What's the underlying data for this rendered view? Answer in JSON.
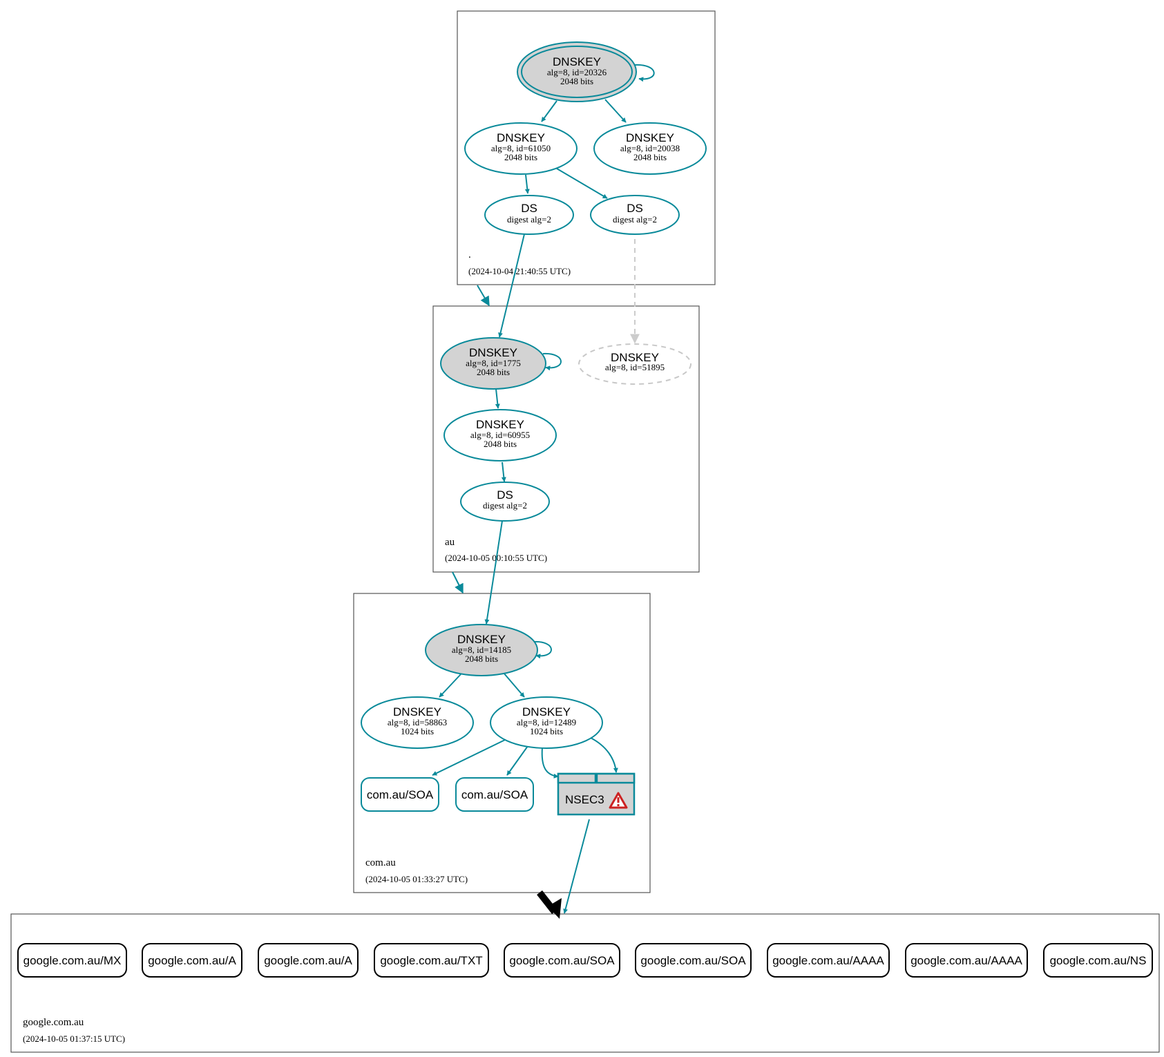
{
  "colors": {
    "edge": "#0a8a9a",
    "sep_fill": "#d3d3d3",
    "missing": "#c8c8c8",
    "warning": "#cc2222",
    "delegation_insecure": "#000000"
  },
  "zones": {
    "root": {
      "name": ".",
      "time": "(2024-10-04 21:40:55 UTC)"
    },
    "au": {
      "name": "au",
      "time": "(2024-10-05 00:10:55 UTC)"
    },
    "comau": {
      "name": "com.au",
      "time": "(2024-10-05 01:33:27 UTC)"
    },
    "google": {
      "name": "google.com.au",
      "time": "(2024-10-05 01:37:15 UTC)"
    }
  },
  "nodes": {
    "root_ksk": {
      "title": "DNSKEY",
      "line1": "alg=8, id=20326",
      "line2": "2048 bits"
    },
    "root_zsk1": {
      "title": "DNSKEY",
      "line1": "alg=8, id=61050",
      "line2": "2048 bits"
    },
    "root_zsk2": {
      "title": "DNSKEY",
      "line1": "alg=8, id=20038",
      "line2": "2048 bits"
    },
    "root_ds1": {
      "title": "DS",
      "line1": "digest alg=2"
    },
    "root_ds2": {
      "title": "DS",
      "line1": "digest alg=2"
    },
    "au_ksk": {
      "title": "DNSKEY",
      "line1": "alg=8, id=1775",
      "line2": "2048 bits"
    },
    "au_missing": {
      "title": "DNSKEY",
      "line1": "alg=8, id=51895"
    },
    "au_zsk": {
      "title": "DNSKEY",
      "line1": "alg=8, id=60955",
      "line2": "2048 bits"
    },
    "au_ds": {
      "title": "DS",
      "line1": "digest alg=2"
    },
    "comau_ksk": {
      "title": "DNSKEY",
      "line1": "alg=8, id=14185",
      "line2": "2048 bits"
    },
    "comau_zsk1": {
      "title": "DNSKEY",
      "line1": "alg=8, id=58863",
      "line2": "1024 bits"
    },
    "comau_zsk2": {
      "title": "DNSKEY",
      "line1": "alg=8, id=12489",
      "line2": "1024 bits"
    },
    "comau_soa1": {
      "label": "com.au/SOA"
    },
    "comau_soa2": {
      "label": "com.au/SOA"
    },
    "nsec3": {
      "label": "NSEC3",
      "icon": "warning-icon"
    }
  },
  "records": [
    "google.com.au/MX",
    "google.com.au/A",
    "google.com.au/A",
    "google.com.au/TXT",
    "google.com.au/SOA",
    "google.com.au/SOA",
    "google.com.au/AAAA",
    "google.com.au/AAAA",
    "google.com.au/NS"
  ]
}
